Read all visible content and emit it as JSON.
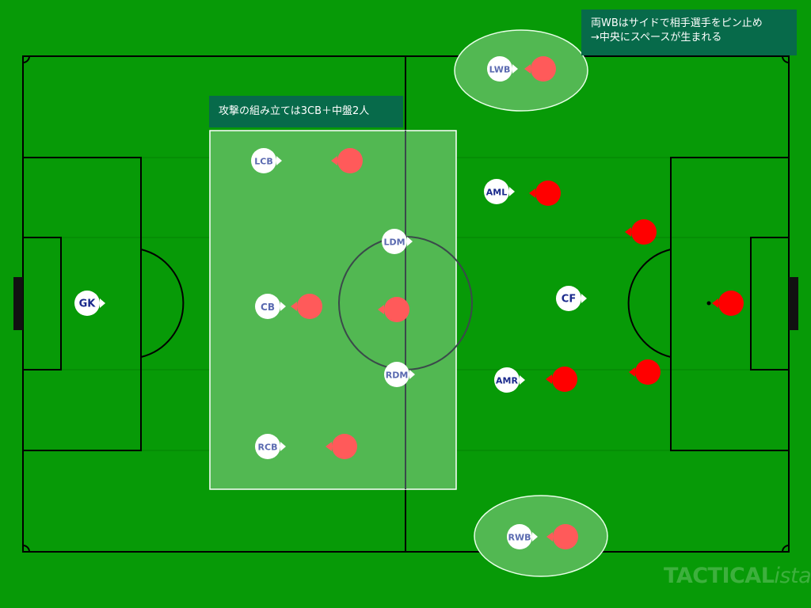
{
  "annotations": {
    "wingbacks_line1": "両WBはサイドで相手選手をピン止め",
    "wingbacks_line2": "→中央にスペースが生まれる",
    "build_up": "攻撃の組み立ては3CB＋中盤2人"
  },
  "watermark": {
    "text_a": "TACTICAL",
    "text_b": "ista"
  },
  "players": {
    "gk": "GK",
    "lcb": "LCB",
    "cb": "CB",
    "rcb": "RCB",
    "ldm": "LDM",
    "rdm": "RDM",
    "lwb": "LWB",
    "rwb": "RWB",
    "aml": "AML",
    "amr": "AMR",
    "cf": "CF"
  },
  "colors": {
    "pitch": "#079a07",
    "highlight": "#52b852",
    "annotation_bg": "#076a4a",
    "player_fill": "#ffffff",
    "player_text": "#1a2a8c",
    "opponent": "#ff0000",
    "opponent_faded": "#ff5a5a"
  }
}
